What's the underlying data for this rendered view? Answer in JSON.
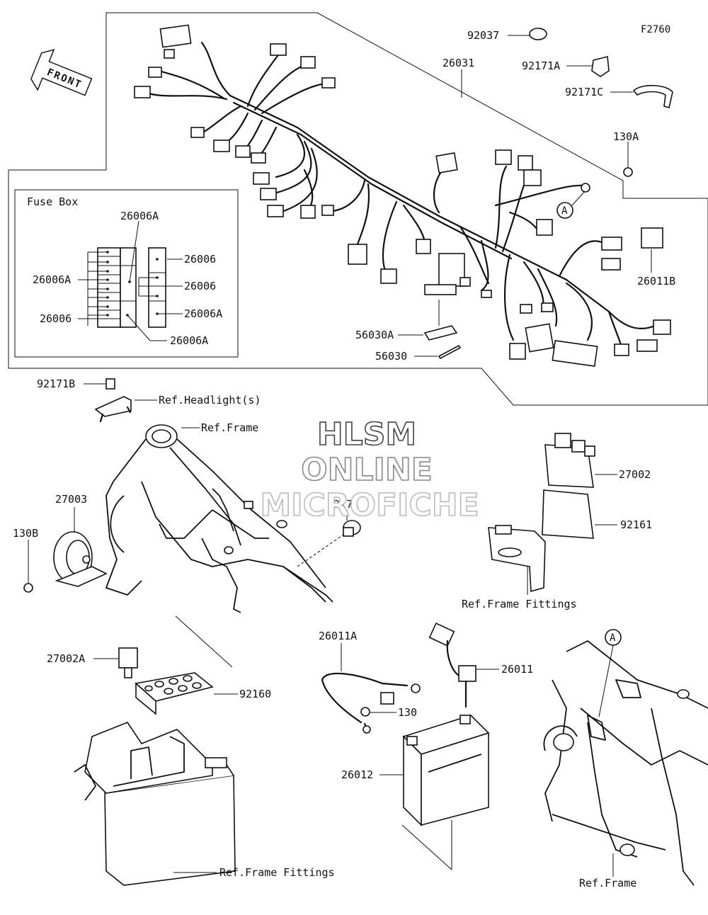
{
  "figure_code": "F2760",
  "front_label": "FRONT",
  "fuse_box_title": "Fuse Box",
  "watermark": {
    "line1": "HLSM",
    "line2": "ONLINE",
    "line3": "MICROFICHE"
  },
  "callout_a": "A",
  "parts": {
    "p92037": "92037",
    "p92171A": "92171A",
    "p92171C": "92171C",
    "p26031": "26031",
    "p130A": "130A",
    "p26011B": "26011B",
    "p56030A": "56030A",
    "p56030": "56030",
    "fb_26006A_top": "26006A",
    "fb_26006A_left": "26006A",
    "fb_26006_left": "26006",
    "fb_26006_r1": "26006",
    "fb_26006_r2": "26006",
    "fb_26006A_r3": "26006A",
    "fb_26006A_bottom": "26006A",
    "p92171B": "92171B",
    "ref_headlight": "Ref.Headlight(s)",
    "ref_frame_top": "Ref.Frame",
    "p27003": "27003",
    "p130B": "130B",
    "p92171": "92171",
    "p27002": "27002",
    "p92161": "92161",
    "ref_frame_fittings_right": "Ref.Frame Fittings",
    "p27002A": "27002A",
    "p92160": "92160",
    "ref_frame_fittings_bottom": "Ref.Frame Fittings",
    "p26011A": "26011A",
    "p26011": "26011",
    "p130": "130",
    "p26012": "26012",
    "ref_frame_bottom": "Ref.Frame"
  }
}
